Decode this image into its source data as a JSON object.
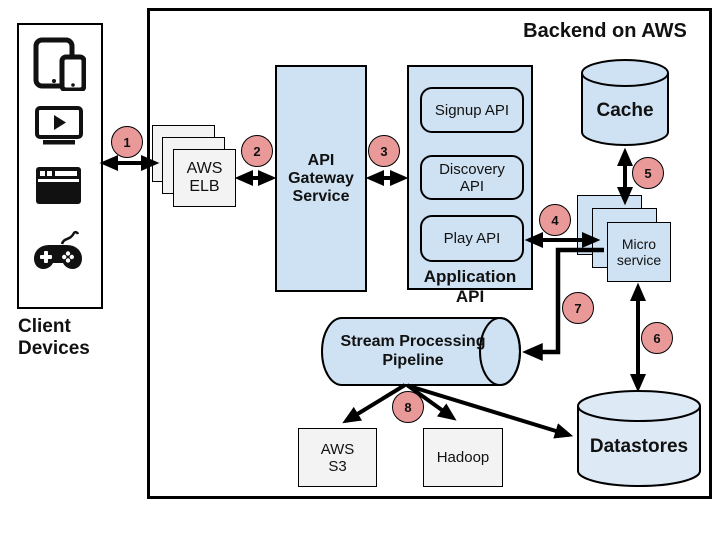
{
  "backend": {
    "title": "Backend on AWS"
  },
  "client": {
    "label": "Client\nDevices",
    "device_icons": [
      "tablet-phone",
      "tv-player",
      "browser-window",
      "game-controller"
    ]
  },
  "nodes": {
    "elb": {
      "label": "AWS\nELB"
    },
    "api_gateway": {
      "label": "API\nGateway\nService"
    },
    "application_api": {
      "label": "Application API",
      "apis": [
        "Signup API",
        "Discovery\nAPI",
        "Play API"
      ]
    },
    "cache": {
      "label": "Cache"
    },
    "microservice": {
      "label": "Micro\nservice"
    },
    "stream_pipeline": {
      "label": "Stream Processing\nPipeline"
    },
    "aws_s3": {
      "label": "AWS\nS3"
    },
    "hadoop": {
      "label": "Hadoop"
    },
    "datastores": {
      "label": "Datastores"
    }
  },
  "flow_steps": [
    "1",
    "2",
    "3",
    "4",
    "5",
    "6",
    "7",
    "8"
  ],
  "colors": {
    "node_blue": "#cfe2f3",
    "datastore_blue": "#dde9f5",
    "gray_box": "#f3f3f3",
    "step_marker_pink": "#ea9999",
    "line_black": "#000000"
  }
}
